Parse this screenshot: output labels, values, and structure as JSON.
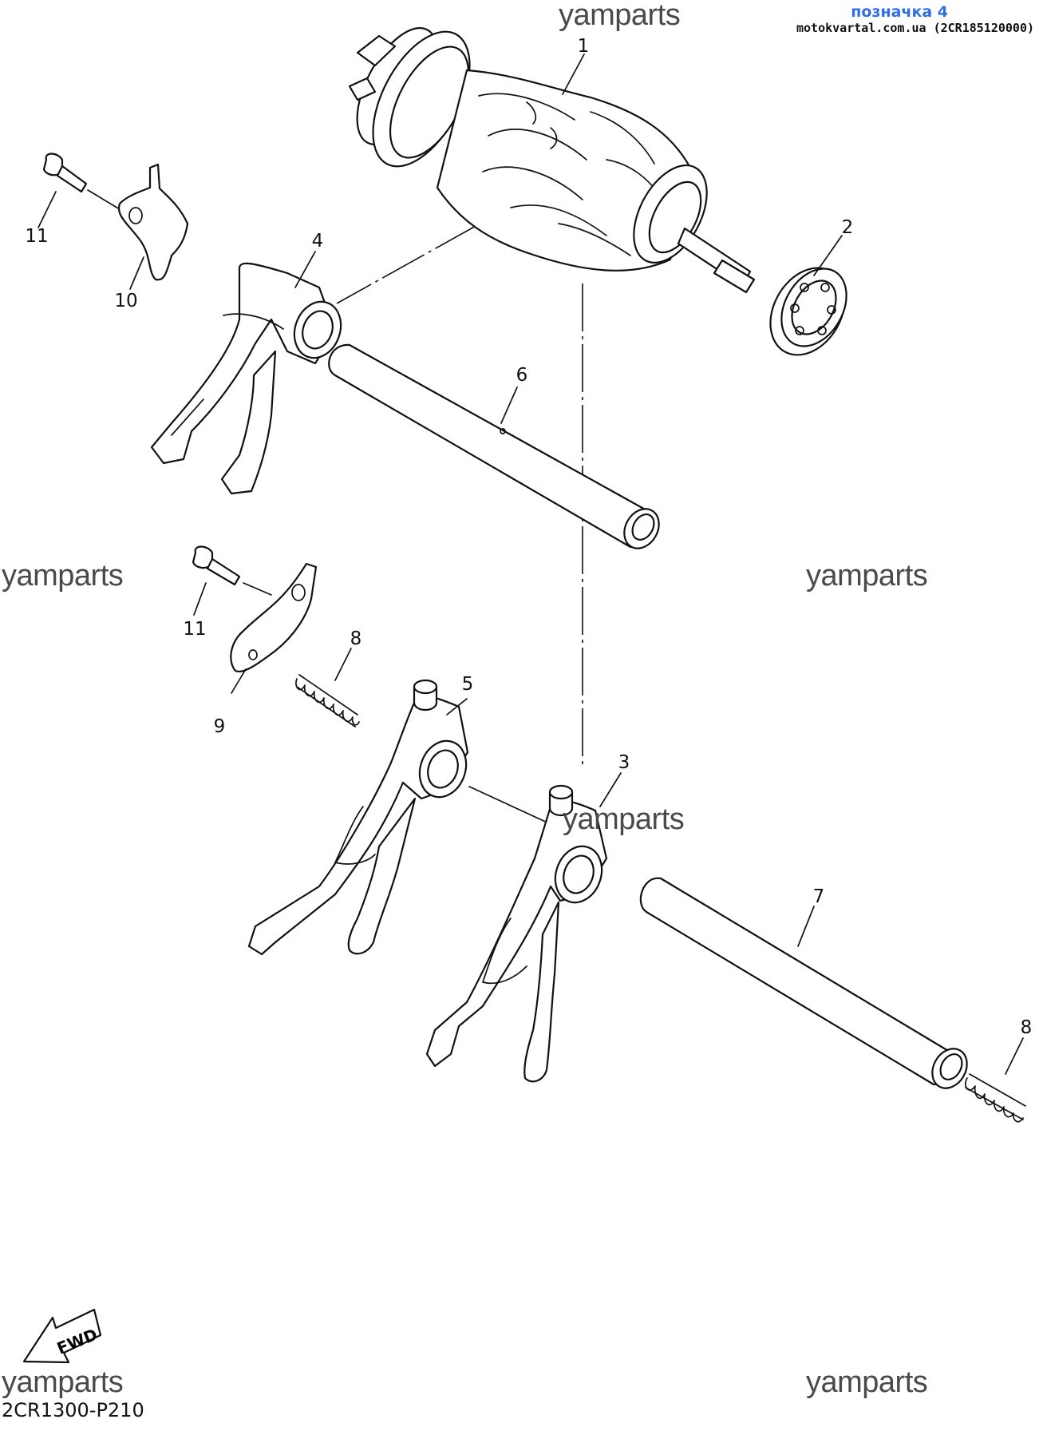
{
  "marker": {
    "title": "позначка 4",
    "source": "motokvartal.com.ua (2CR185120000)"
  },
  "watermarks": [
    "yamparts",
    "yamparts",
    "yamparts",
    "yamparts",
    "yamparts",
    "yamparts"
  ],
  "callouts": {
    "p1": "1",
    "p2": "2",
    "p3": "3",
    "p4": "4",
    "p5": "5",
    "p6": "6",
    "p7": "7",
    "p8a": "8",
    "p8b": "8",
    "p9": "9",
    "p10": "10",
    "p11a": "11",
    "p11b": "11"
  },
  "fwd_label": "FWD",
  "diagram_code": "2CR1300-P210",
  "icons": {
    "fwd": "fwd-arrow-icon"
  }
}
